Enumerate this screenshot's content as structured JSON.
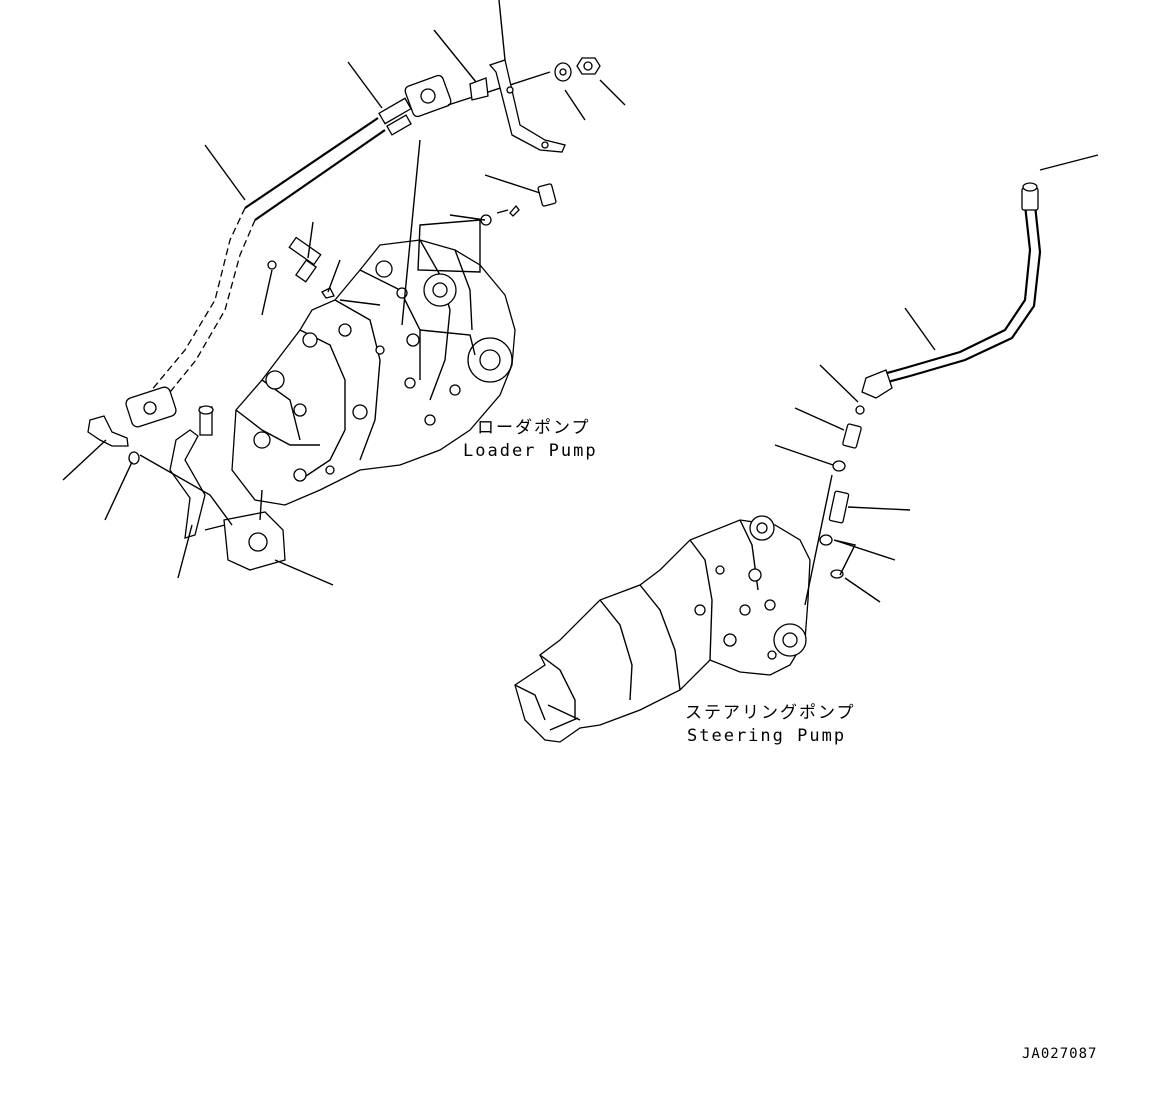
{
  "labels": {
    "loader_pump_jp": "ローダポンプ",
    "loader_pump_en": "Loader Pump",
    "steering_pump_jp": "ステアリングポンプ",
    "steering_pump_en": "Steering Pump",
    "drawing_code": "JA027087"
  },
  "colors": {
    "ink": "#000000",
    "background": "#ffffff"
  }
}
